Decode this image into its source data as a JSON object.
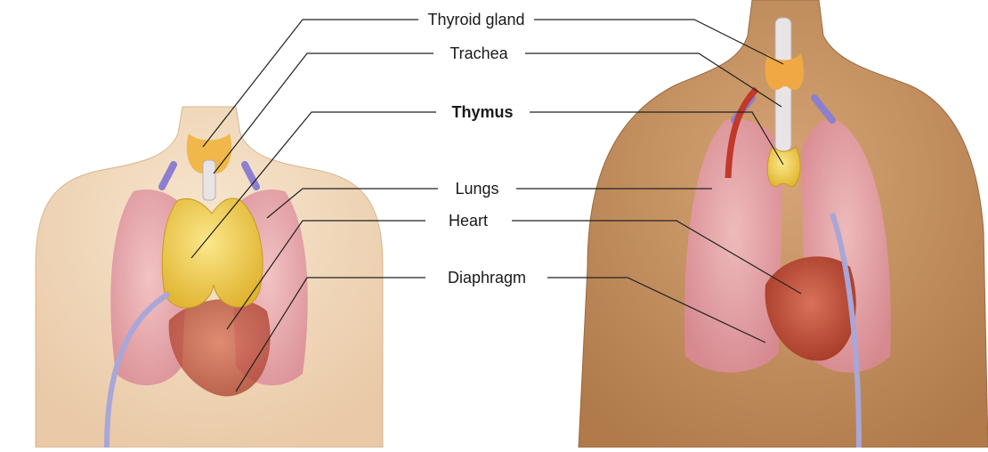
{
  "labels": {
    "thyroid": "Thyroid gland",
    "trachea": "Trachea",
    "thymus": "Thymus",
    "lungs": "Lungs",
    "heart": "Heart",
    "diaphragm": "Diaphragm"
  },
  "colors": {
    "skin_child": "#f3dcc0",
    "skin_adult": "#c99464",
    "lung": "#e8a4ad",
    "thymus": "#f0cf45",
    "heart": "#c8553a",
    "leader_line": "#222222"
  },
  "icons": [
    "child-torso",
    "adult-torso",
    "thymus-organ",
    "heart-organ",
    "lungs-organ",
    "trachea-organ",
    "thyroid-organ"
  ]
}
